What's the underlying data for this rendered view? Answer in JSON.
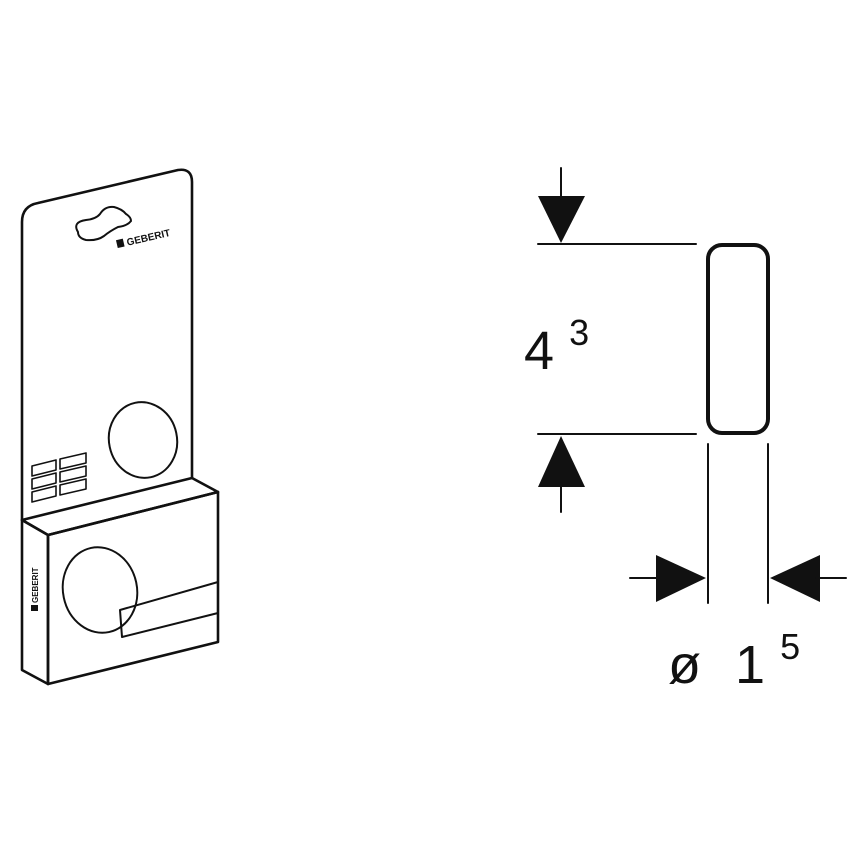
{
  "product": {
    "brand": "GEBERIT",
    "brand_vertical": "GEBERIT"
  },
  "dimensions": {
    "height": {
      "base": "4",
      "superscript": "3"
    },
    "diameter": {
      "symbol": "ø",
      "base": "1",
      "superscript": "5"
    }
  },
  "colors": {
    "ink": "#111111",
    "background": "#ffffff"
  }
}
